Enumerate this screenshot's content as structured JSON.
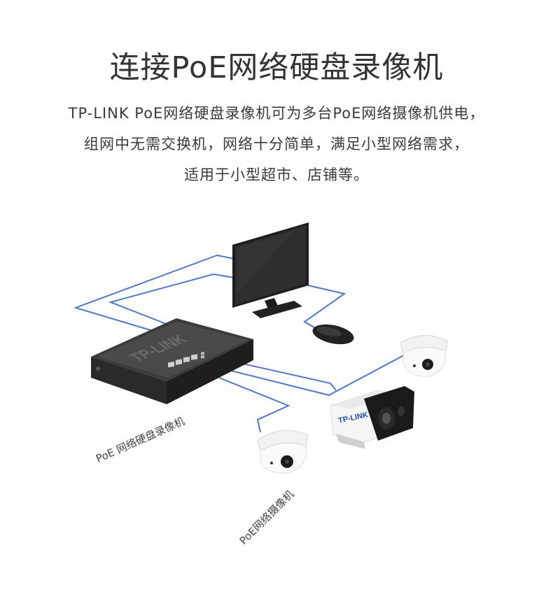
{
  "header": {
    "title": "连接PoE网络硬盘录像机",
    "desc_lines": [
      "TP-LINK PoE网络硬盘录像机可为多台PoE网络摄像机供电，",
      "组网中无需交换机，网络十分简单，满足小型网络需求，",
      "适用于小型超市、店铺等。"
    ]
  },
  "diagram": {
    "nvr_brand": "TP-LINK",
    "camera_brand": "TP-LINK",
    "nvr_label": "PoE 网络硬盘录像机",
    "camera_label": "PoE网络摄像机",
    "cable_color": "#4a78e0"
  }
}
